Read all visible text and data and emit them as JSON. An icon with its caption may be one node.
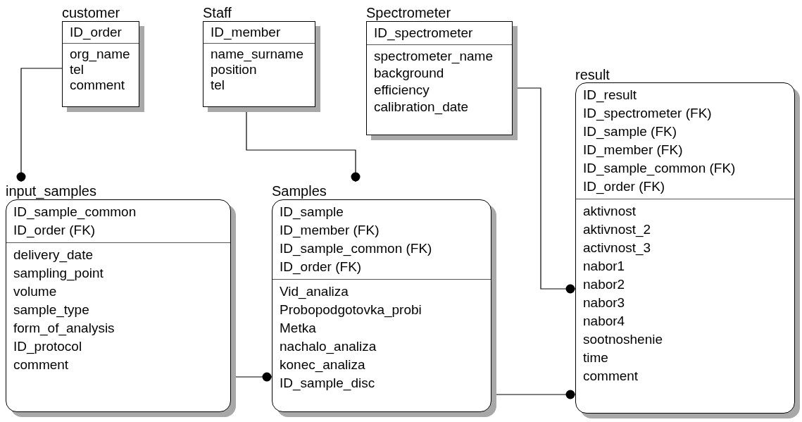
{
  "diagram": {
    "nodes": [
      {
        "text": [
          "customer",
          "ID_order",
          "org_name",
          "tel",
          "comment"
        ]
      },
      {
        "text": [
          "Staff",
          "ID_member",
          "name_surname",
          "position",
          "tel"
        ]
      },
      {
        "text": [
          "Spectrometer",
          "ID_spectrometer",
          "spectrometer_name",
          "background",
          "efficiency",
          "calibration_date"
        ]
      },
      {
        "text": [
          "result",
          "ID_result",
          "ID_spectrometer (FK)",
          "ID_sample (FK)",
          "ID_member (FK)",
          "ID_sample_common (FK)",
          "ID_order (FK)",
          "aktivnost",
          "aktivnost_2",
          "activnost_3",
          "nabor1",
          "nabor2",
          "nabor3",
          "nabor4",
          "sootnoshenie",
          "time",
          "comment"
        ]
      },
      {
        "text": [
          "input_samples",
          "ID_sample_common",
          "ID_order (FK)",
          "delivery_date",
          "sampling_point",
          "volume",
          "sample_type",
          "form_of_analysis",
          "ID_protocol",
          "comment"
        ]
      },
      {
        "text": [
          "Samples",
          "ID_sample",
          "ID_member (FK)",
          "ID_sample_common (FK)",
          "ID_order (FK)",
          "Vid_analiza",
          "Probopodgotovka_probi",
          "Metka",
          "nachalo_analiza",
          "konec_analiza",
          "ID_sample_disc"
        ]
      }
    ],
    "edges": [
      {
        "from": 0,
        "to": 4,
        "arrow": "other"
      },
      {
        "from": 1,
        "to": 5,
        "arrow": "other"
      },
      {
        "from": 2,
        "to": 3,
        "arrow": "other"
      },
      {
        "from": 4,
        "to": 5,
        "arrow": "other"
      },
      {
        "from": 5,
        "to": 3,
        "arrow": "other"
      }
    ]
  }
}
